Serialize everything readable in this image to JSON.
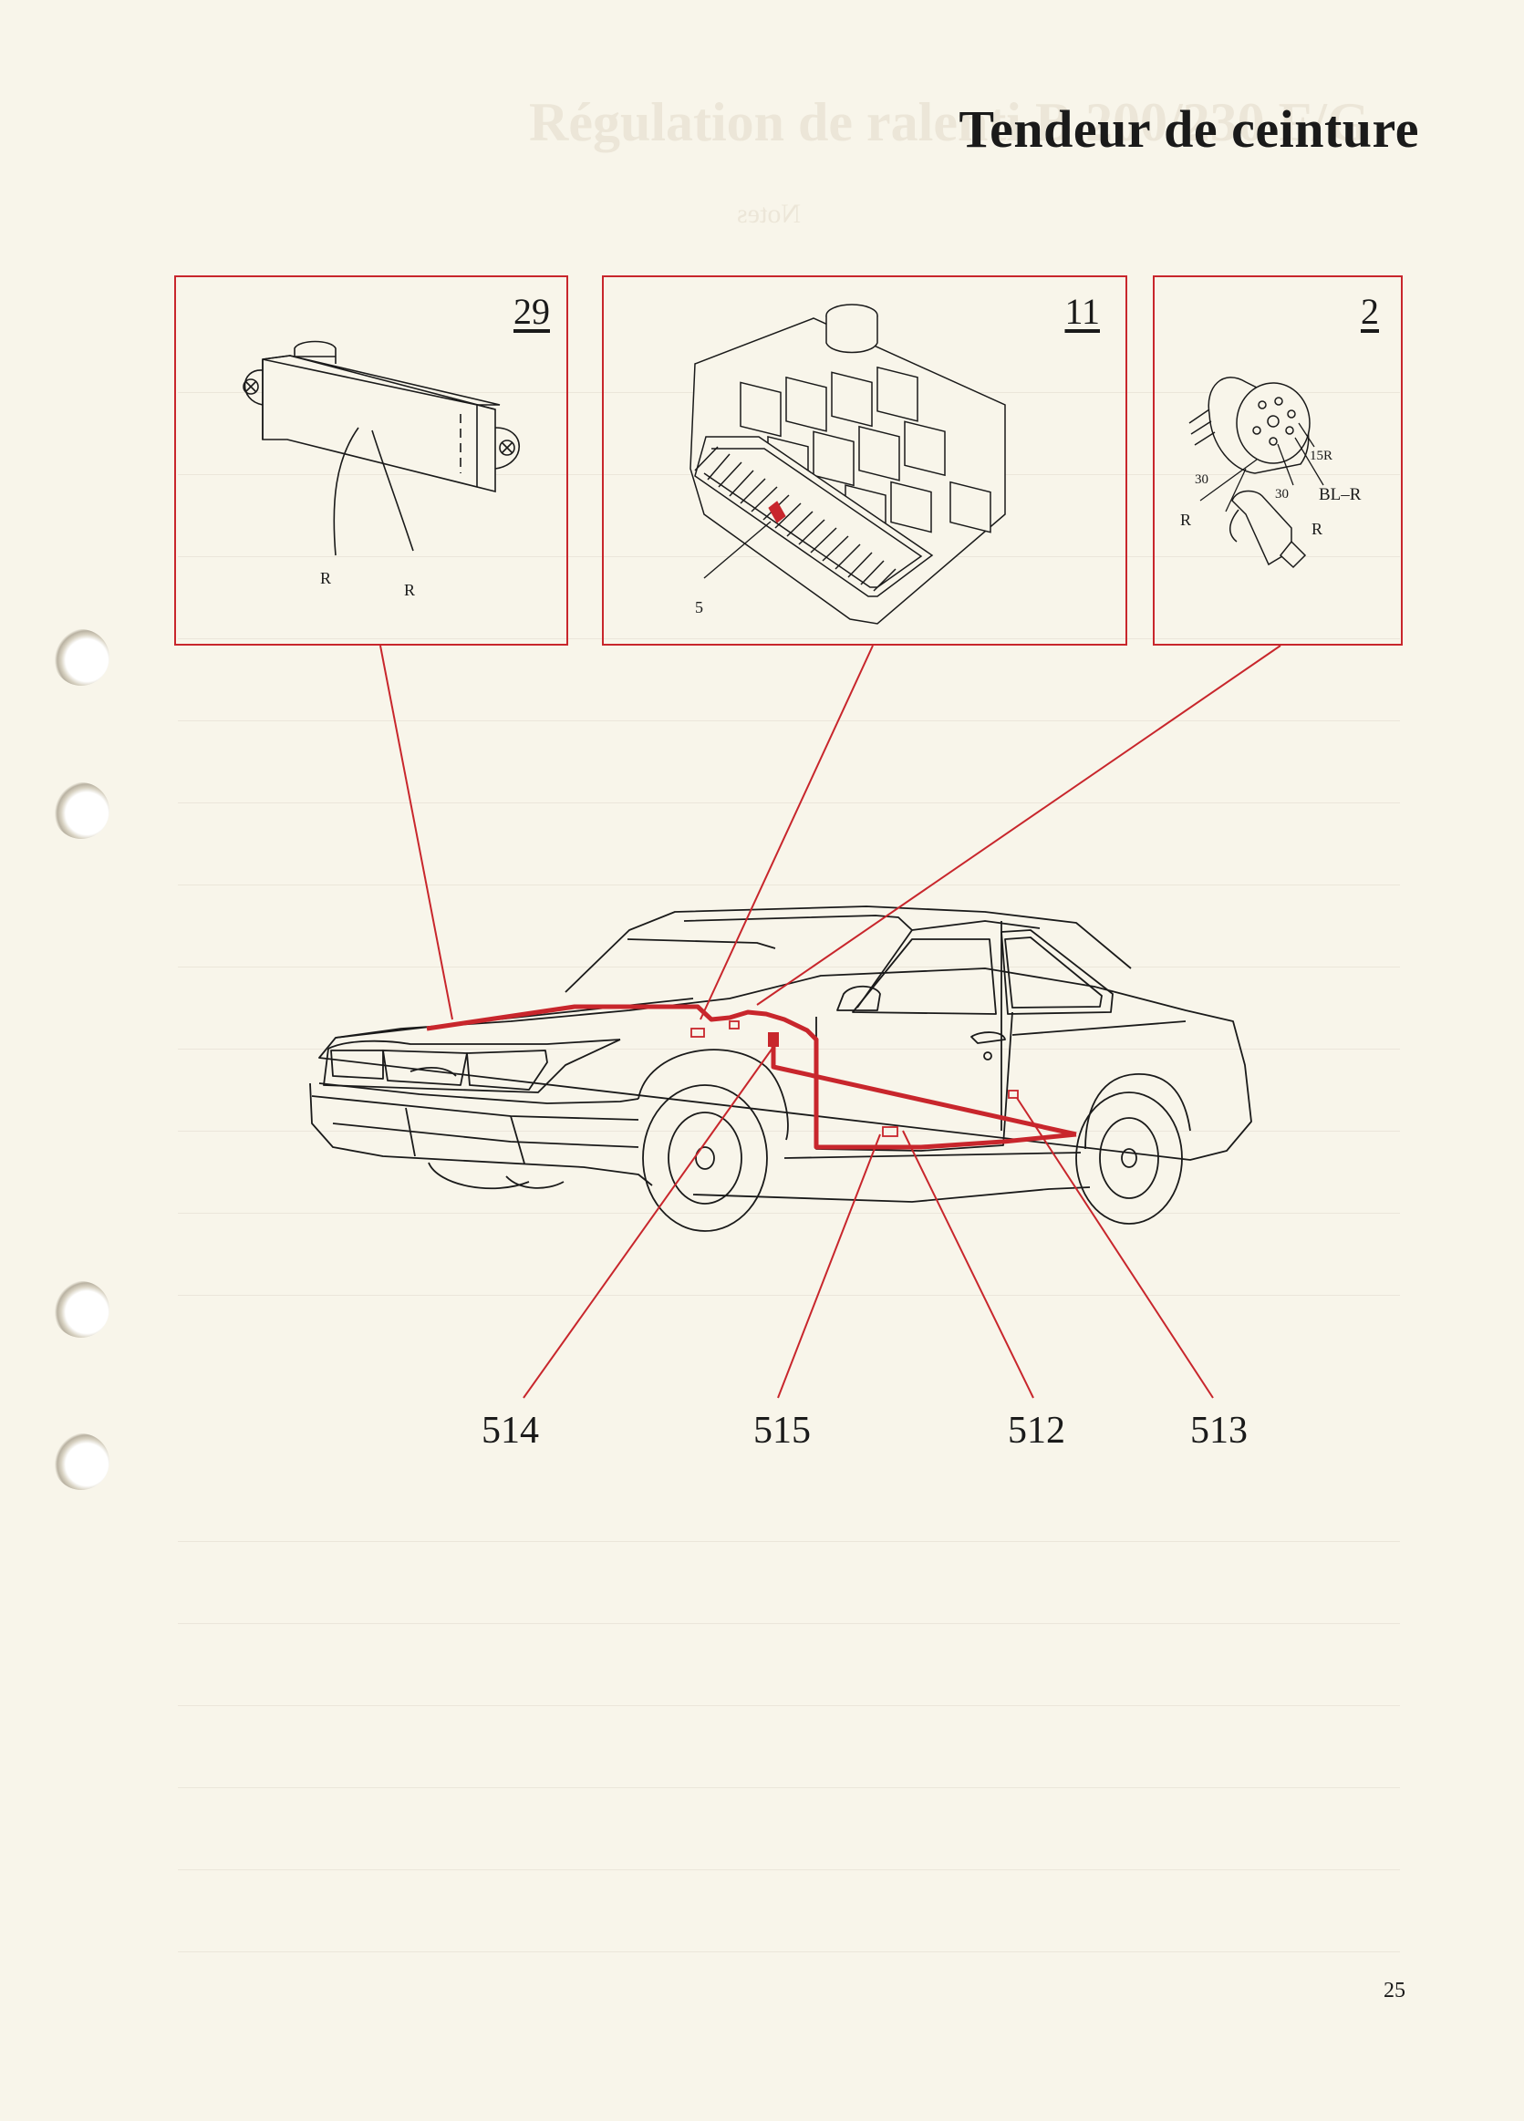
{
  "page": {
    "title": "Tendeur de ceinture",
    "ghost_heading": "Régulation de ralenti B 200/230 F/G",
    "ghost_notes": "Notes",
    "page_number": "25"
  },
  "colors": {
    "accent_red": "#c8262c",
    "ink": "#1a1a1a",
    "paper": "#f8f5ea"
  },
  "panels": [
    {
      "number": "29",
      "labels": [
        "R",
        "R"
      ]
    },
    {
      "number": "11",
      "labels": [
        "5"
      ]
    },
    {
      "number": "2",
      "labels": [
        "15R",
        "30",
        "30",
        "BL–R",
        "R",
        "R"
      ]
    }
  ],
  "callouts": [
    "514",
    "515",
    "512",
    "513"
  ]
}
